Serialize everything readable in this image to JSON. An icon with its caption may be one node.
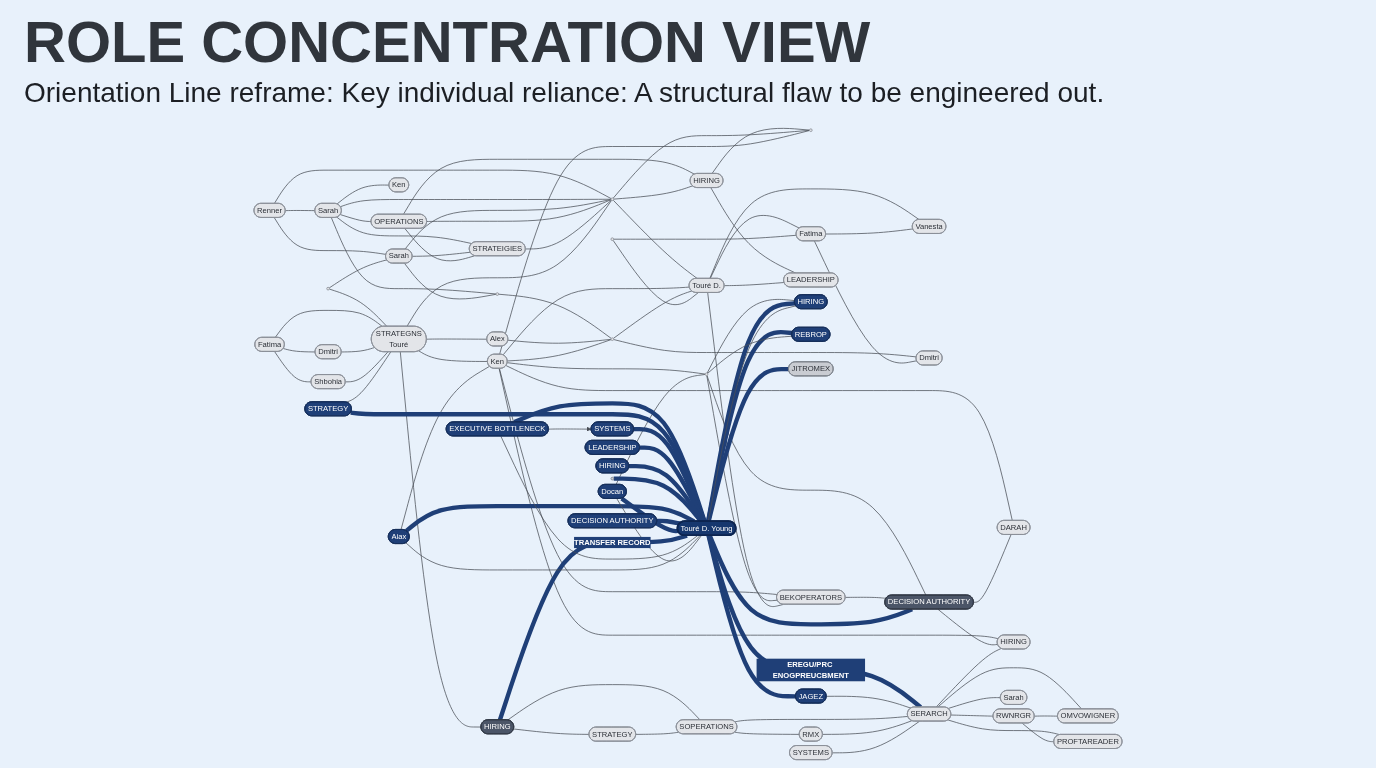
{
  "diagram": {
    "title": "ROLE CONCENTRATION VIEW",
    "caption": "Orientation Line reframe: Key individual reliance: A structural flaw to be engineered out.",
    "nodes": [
      {
        "text": [
          "Renner"
        ]
      },
      {
        "text": [
          "Sarah"
        ]
      },
      {
        "text": [],
        "shape": "circle"
      },
      {
        "text": [
          "Sarah"
        ]
      },
      {
        "text": [
          "Ken"
        ]
      },
      {
        "text": [
          "OPERATIONS"
        ]
      },
      {
        "text": [
          "STRATEIGIES"
        ]
      },
      {
        "text": [],
        "shape": "circle"
      },
      {
        "text": [],
        "shape": "circle"
      },
      {
        "text": [
          "HIRING"
        ]
      },
      {
        "text": [],
        "shape": "circle"
      },
      {
        "text": [
          "Fatima"
        ]
      },
      {
        "text": [
          "Dmitri"
        ]
      },
      {
        "text": [
          "Shbohia"
        ]
      },
      {
        "text": [
          "STRATEGNS",
          "Touré"
        ]
      },
      {
        "text": [
          "Ken"
        ]
      },
      {
        "text": [],
        "shape": "circle"
      },
      {
        "text": [
          "Alex"
        ]
      },
      {
        "text": [],
        "shape": "circle"
      },
      {
        "text": [],
        "shape": "circle"
      },
      {
        "text": [
          "Touré D."
        ]
      },
      {
        "text": [
          "Fatima"
        ]
      },
      {
        "text": [
          "BEKOPERATORS"
        ]
      },
      {
        "text": [
          "LEADERSHIP"
        ]
      },
      {
        "text": [
          "Vanesta"
        ]
      },
      {
        "text": [
          "Dmitri"
        ]
      },
      {
        "text": [
          "EXECUTIVE BOTTLENECK"
        ]
      },
      {
        "text": [
          "STRATEGY"
        ]
      },
      {
        "text": [
          "SYSTEMS"
        ]
      },
      {
        "text": [
          "LEADERSHIP"
        ]
      },
      {
        "text": [
          "HIRING"
        ]
      },
      {
        "text": [],
        "shape": "circle"
      },
      {
        "text": [
          "Aiax"
        ]
      },
      {
        "text": [
          "DECISION AUTHORITY"
        ]
      },
      {
        "text": [
          "Docan"
        ]
      },
      {
        "text": [
          "Touré D. Young"
        ]
      },
      {
        "text": [
          "HIRING"
        ]
      },
      {
        "text": [
          "REBROP"
        ]
      },
      {
        "text": [
          "DECISION AUTHORITY"
        ]
      },
      {
        "text": [
          "JAGEZ"
        ]
      },
      {
        "text": [
          "JITROMEX"
        ]
      },
      {
        "text": [
          "DARAH"
        ]
      },
      {
        "text": [
          "HIRING"
        ]
      },
      {
        "text": [
          "HIRING"
        ]
      },
      {
        "text": [
          "STRATEGY"
        ]
      },
      {
        "text": [
          "SOPERATIONS"
        ]
      },
      {
        "text": [
          "RMX"
        ]
      },
      {
        "text": [
          "SERARCH"
        ]
      },
      {
        "text": [
          "SYSTEMS"
        ]
      },
      {
        "text": [
          "OMVOWIGNER"
        ]
      },
      {
        "text": [
          "RWNRGR"
        ]
      },
      {
        "text": [
          "PROFTAREADER"
        ]
      },
      {
        "text": [
          "Sarah"
        ]
      }
    ],
    "edges": [
      {
        "from": 0,
        "to": 3,
        "arrow": "none"
      },
      {
        "from": 0,
        "to": 1,
        "arrow": "none"
      },
      {
        "from": 0,
        "to": 7,
        "arrow": "none"
      },
      {
        "from": 3,
        "to": 4,
        "arrow": "none"
      },
      {
        "from": 3,
        "to": 7,
        "arrow": "none"
      },
      {
        "from": 3,
        "to": 5,
        "arrow": "none"
      },
      {
        "from": 3,
        "to": 6,
        "arrow": "none"
      },
      {
        "from": 3,
        "to": 8,
        "arrow": "none"
      },
      {
        "from": 2,
        "to": 1,
        "arrow": "none"
      },
      {
        "from": 1,
        "to": 6,
        "arrow": "none"
      },
      {
        "from": 1,
        "to": 7,
        "arrow": "none"
      },
      {
        "from": 1,
        "to": 8,
        "arrow": "none"
      },
      {
        "from": 5,
        "to": 6,
        "arrow": "none"
      },
      {
        "from": 5,
        "to": 7,
        "arrow": "none"
      },
      {
        "from": 5,
        "to": 9,
        "arrow": "none"
      },
      {
        "from": 6,
        "to": 7,
        "arrow": "none"
      },
      {
        "from": 7,
        "to": 9,
        "arrow": "none"
      },
      {
        "from": 9,
        "to": 23,
        "arrow": "none"
      },
      {
        "from": 9,
        "to": 10,
        "arrow": "none"
      },
      {
        "from": 7,
        "to": 10,
        "arrow": "none"
      },
      {
        "from": 7,
        "to": 20,
        "arrow": "none"
      },
      {
        "from": 14,
        "to": 7,
        "arrow": "none"
      },
      {
        "from": 2,
        "to": 14,
        "arrow": "none"
      },
      {
        "from": 8,
        "to": 18,
        "arrow": "none"
      },
      {
        "from": 11,
        "to": 12,
        "arrow": "none"
      },
      {
        "from": 11,
        "to": 13,
        "arrow": "none"
      },
      {
        "from": 11,
        "to": 14,
        "arrow": "none"
      },
      {
        "from": 12,
        "to": 14,
        "arrow": "none"
      },
      {
        "from": 13,
        "to": 14,
        "arrow": "none"
      },
      {
        "from": 14,
        "to": 15,
        "arrow": "none"
      },
      {
        "from": 14,
        "to": 17,
        "arrow": "none"
      },
      {
        "from": 27,
        "to": 14,
        "arrow": "none"
      },
      {
        "from": 14,
        "to": 43,
        "arrow": "none"
      },
      {
        "from": 15,
        "to": 16,
        "arrow": "none"
      },
      {
        "from": 15,
        "to": 20,
        "arrow": "none"
      },
      {
        "from": 15,
        "to": 10,
        "arrow": "none"
      },
      {
        "from": 15,
        "to": 22,
        "arrow": "none"
      },
      {
        "from": 15,
        "to": 41,
        "arrow": "none"
      },
      {
        "from": 15,
        "to": 42,
        "arrow": "none"
      },
      {
        "from": 32,
        "to": 15,
        "arrow": "none"
      },
      {
        "from": 34,
        "to": 16,
        "arrow": "none"
      },
      {
        "from": 16,
        "to": 22,
        "arrow": "none"
      },
      {
        "from": 16,
        "to": 36,
        "arrow": "none"
      },
      {
        "from": 16,
        "to": 38,
        "arrow": "none"
      },
      {
        "from": 17,
        "to": 18,
        "arrow": "none"
      },
      {
        "from": 18,
        "to": 20,
        "arrow": "none"
      },
      {
        "from": 18,
        "to": 25,
        "arrow": "none"
      },
      {
        "from": 15,
        "to": 18,
        "arrow": "none"
      },
      {
        "from": 19,
        "to": 20,
        "arrow": "none"
      },
      {
        "from": 20,
        "to": 21,
        "arrow": "none"
      },
      {
        "from": 20,
        "to": 24,
        "arrow": "none"
      },
      {
        "from": 20,
        "to": 23,
        "arrow": "none"
      },
      {
        "from": 19,
        "to": 21,
        "arrow": "none"
      },
      {
        "from": 21,
        "to": 25,
        "arrow": "none"
      },
      {
        "from": 21,
        "to": 24,
        "arrow": "none"
      },
      {
        "from": 22,
        "to": 38,
        "arrow": "none"
      },
      {
        "from": 20,
        "to": 22,
        "arrow": "none"
      },
      {
        "from": 26,
        "to": 35,
        "arrow": "none",
        "style": "thick",
        "color": "#1f3f77"
      },
      {
        "from": 27,
        "to": 35,
        "arrow": "none",
        "style": "thick",
        "color": "#1f3f77"
      },
      {
        "from": 28,
        "to": 35,
        "arrow": "none",
        "style": "thick",
        "color": "#1f3f77"
      },
      {
        "from": 29,
        "to": 35,
        "arrow": "none",
        "style": "thick",
        "color": "#1f3f77"
      },
      {
        "from": 30,
        "to": 35,
        "arrow": "none",
        "style": "thick",
        "color": "#1f3f77"
      },
      {
        "from": 31,
        "to": 35,
        "arrow": "none",
        "style": "thick",
        "color": "#1f3f77"
      },
      {
        "from": 32,
        "to": 35,
        "arrow": "none",
        "style": "thick",
        "color": "#1f3f77"
      },
      {
        "from": 33,
        "to": 35,
        "arrow": "none",
        "style": "thick",
        "color": "#1f3f77"
      },
      {
        "from": 34,
        "to": 35,
        "arrow": "none",
        "style": "thick",
        "color": "#1f3f77"
      },
      {
        "from": 35,
        "to": 36,
        "arrow": "none",
        "style": "thick",
        "color": "#1f3f77"
      },
      {
        "from": 35,
        "to": 37,
        "arrow": "none",
        "style": "thick",
        "color": "#1f3f77"
      },
      {
        "from": 35,
        "to": 38,
        "arrow": "none",
        "style": "thick",
        "color": "#1f3f77"
      },
      {
        "from": 35,
        "to": 39,
        "arrow": "none",
        "style": "thick",
        "color": "#1f3f77"
      },
      {
        "from": 35,
        "to": 40,
        "arrow": "none",
        "style": "thick",
        "color": "#1f3f77"
      },
      {
        "from": 43,
        "to": 35,
        "arrow": "none",
        "label": "TRANSFER RECORD",
        "style": "thick",
        "color": "#1f3f77"
      },
      {
        "from": 35,
        "to": 47,
        "arrow": "none",
        "label": "EREGU/PRC ENOGPREUCBMENT",
        "style": "thick",
        "color": "#1f3f77"
      },
      {
        "from": 26,
        "to": 28,
        "arrow": "to"
      },
      {
        "from": 26,
        "to": 35,
        "arrow": "none"
      },
      {
        "from": 32,
        "to": 35,
        "arrow": "none"
      },
      {
        "from": 34,
        "to": 35,
        "arrow": "none"
      },
      {
        "from": 35,
        "to": 36,
        "arrow": "none"
      },
      {
        "from": 16,
        "to": 37,
        "arrow": "none"
      },
      {
        "from": 38,
        "to": 41,
        "arrow": "none"
      },
      {
        "from": 38,
        "to": 42,
        "arrow": "none"
      },
      {
        "from": 47,
        "to": 42,
        "arrow": "none"
      },
      {
        "from": 39,
        "to": 47,
        "arrow": "none"
      },
      {
        "from": 43,
        "to": 44,
        "arrow": "none"
      },
      {
        "from": 43,
        "to": 45,
        "arrow": "none"
      },
      {
        "from": 44,
        "to": 45,
        "arrow": "none"
      },
      {
        "from": 45,
        "to": 47,
        "arrow": "none"
      },
      {
        "from": 45,
        "to": 46,
        "arrow": "none"
      },
      {
        "from": 46,
        "to": 47,
        "arrow": "none"
      },
      {
        "from": 48,
        "to": 47,
        "arrow": "none"
      },
      {
        "from": 47,
        "to": 49,
        "arrow": "none"
      },
      {
        "from": 47,
        "to": 50,
        "arrow": "none"
      },
      {
        "from": 47,
        "to": 51,
        "arrow": "none"
      },
      {
        "from": 47,
        "to": 52,
        "arrow": "none"
      },
      {
        "from": 50,
        "to": 49,
        "arrow": "none"
      },
      {
        "from": 50,
        "to": 51,
        "arrow": "none"
      }
    ]
  }
}
